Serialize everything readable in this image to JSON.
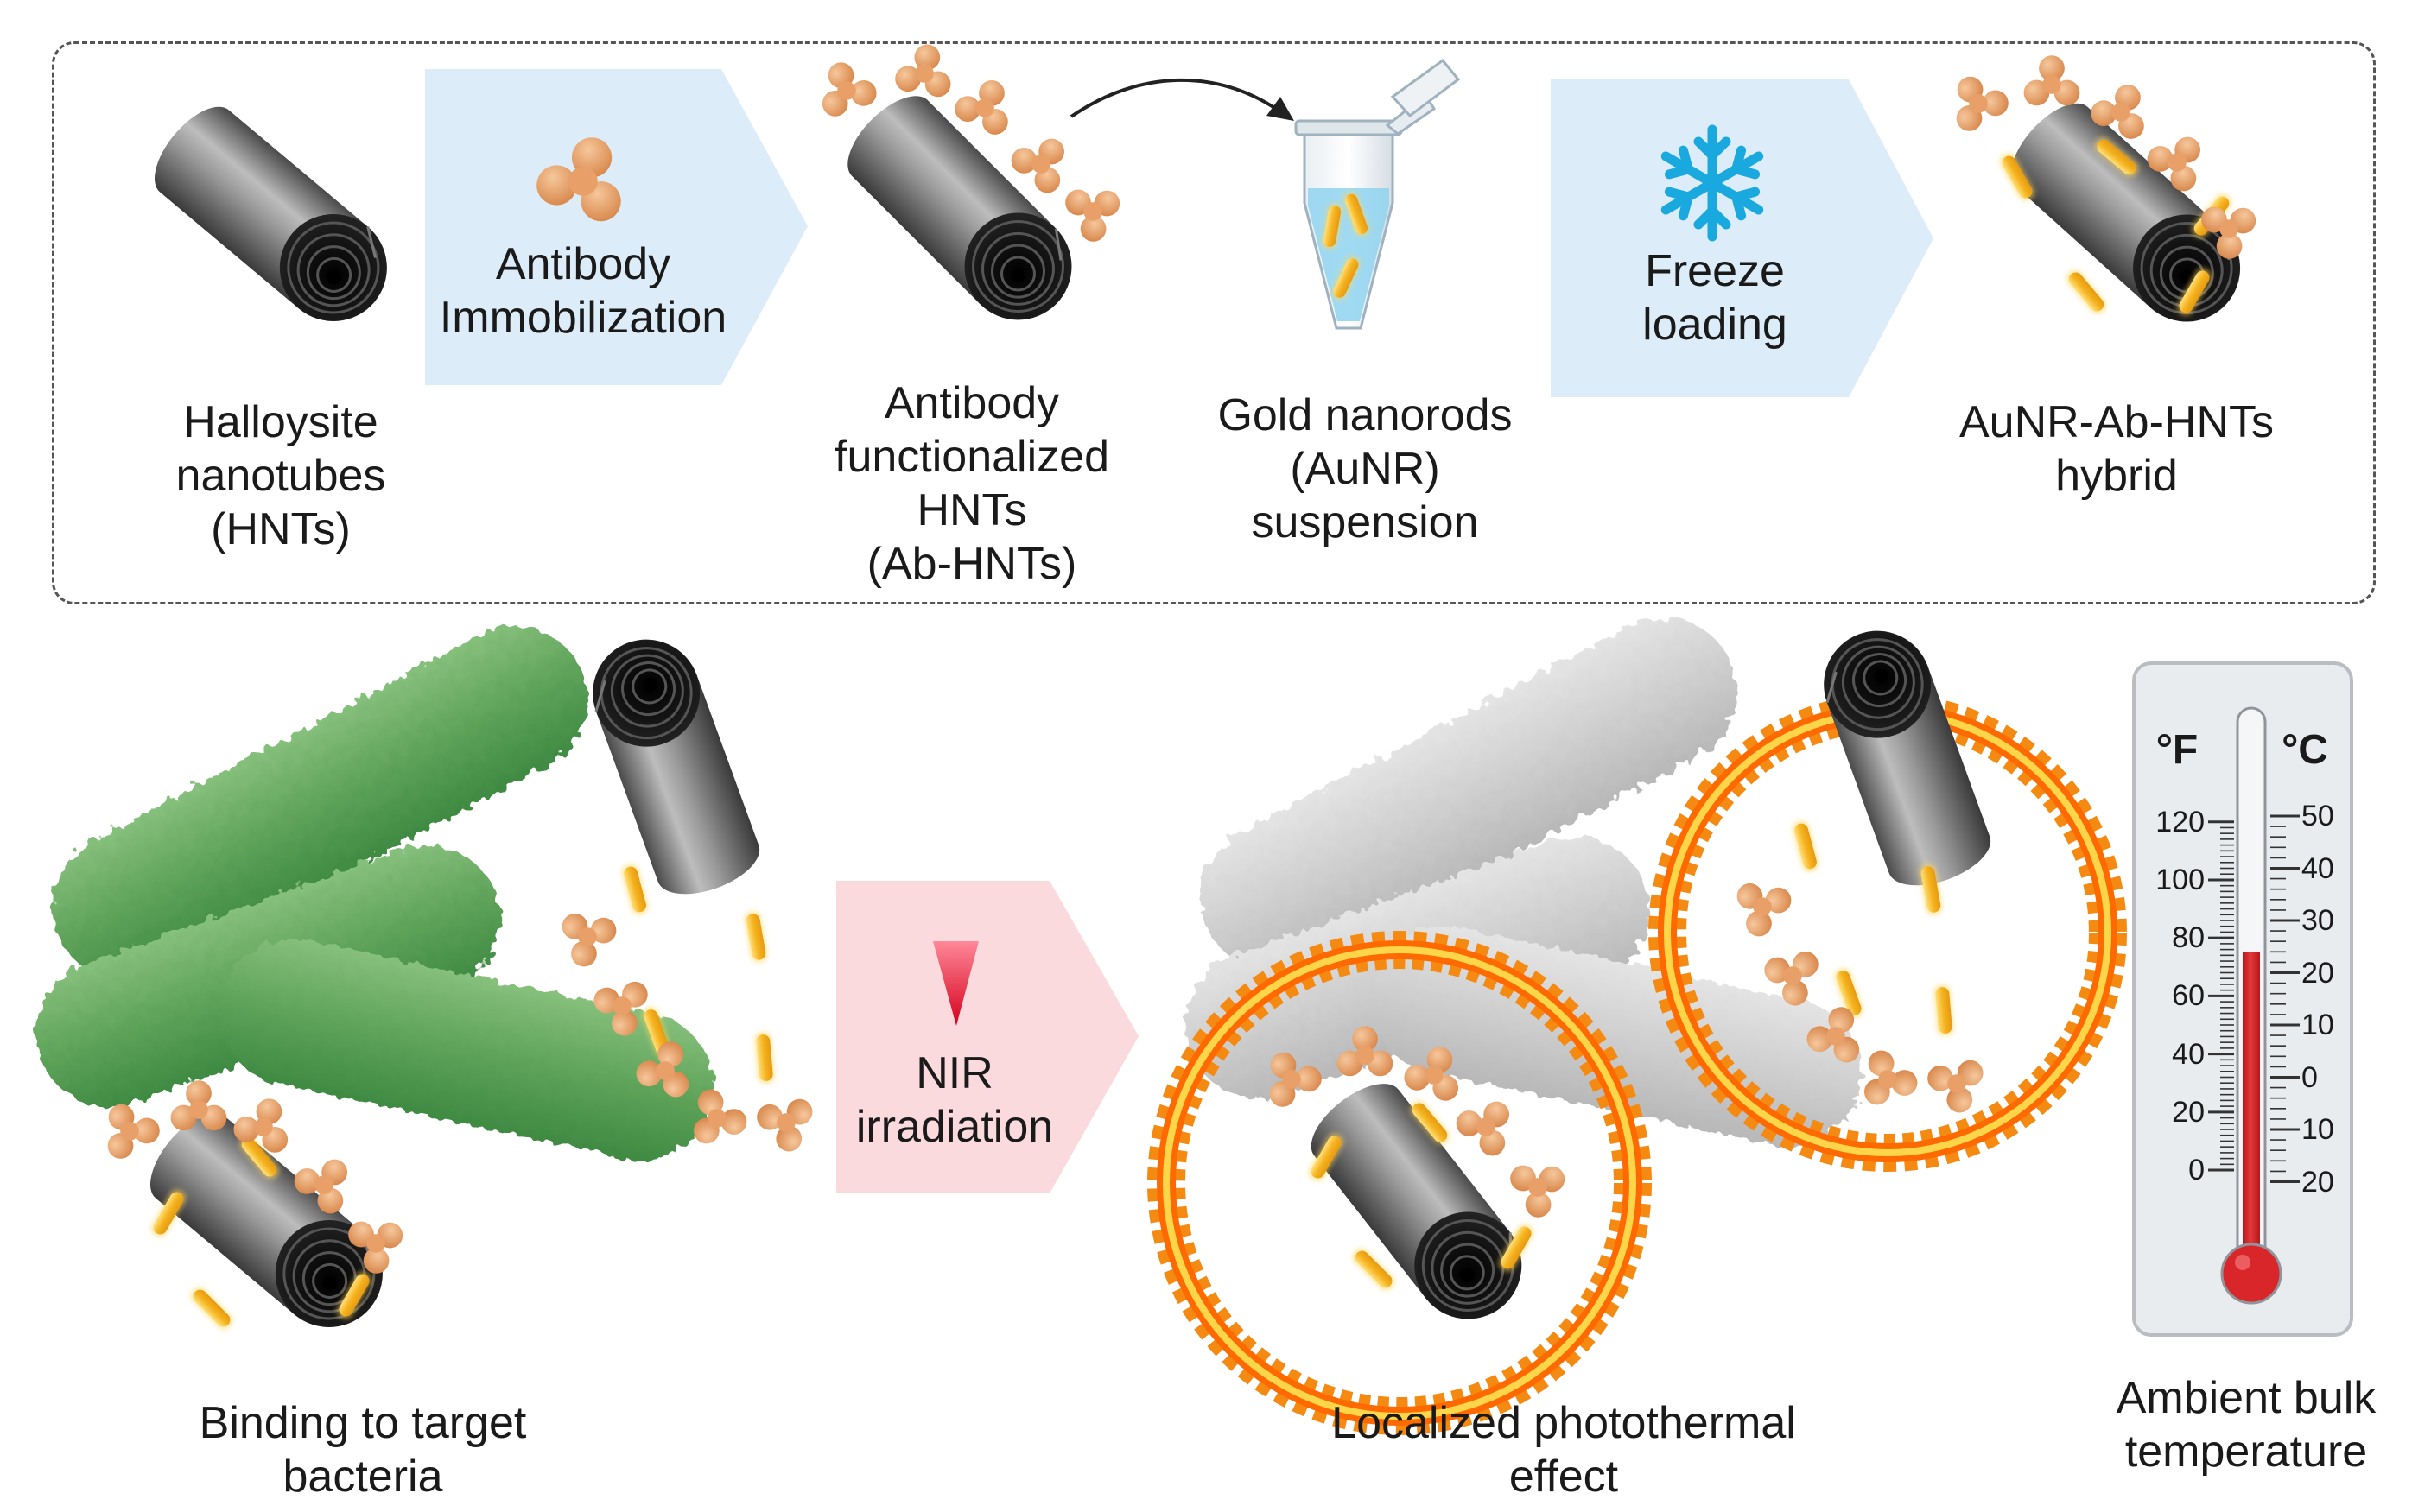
{
  "top_panel": {
    "hnt_label": [
      "Halloysite",
      "nanotubes",
      "(HNTs)"
    ],
    "step1_label": [
      "Antibody",
      "Immobilization"
    ],
    "ab_hnt_label": [
      "Antibody",
      "functionalized",
      "HNTs",
      "(Ab-HNTs)"
    ],
    "aunr_label": [
      "Gold nanorods",
      "(AuNR)",
      "suspension"
    ],
    "step2_label": [
      "Freeze",
      "loading"
    ],
    "hybrid_label": [
      "AuNR-Ab-HNTs",
      "hybrid"
    ]
  },
  "bottom_panel": {
    "binding_label": [
      "Binding to target",
      "bacteria"
    ],
    "nir_label": [
      "NIR",
      "irradiation"
    ],
    "photothermal_label": [
      "Localized photothermal",
      "effect"
    ],
    "ambient_label": [
      "Ambient bulk",
      "temperature"
    ]
  },
  "thermometer": {
    "unit_left": "°F",
    "unit_right": "°C",
    "fahrenheit_ticks": [
      "120",
      "100",
      "80",
      "60",
      "40",
      "20",
      "0"
    ],
    "celsius_ticks": [
      "50",
      "40",
      "30",
      "20",
      "10",
      "0",
      "10",
      "20"
    ],
    "reading_celsius": 24
  },
  "colors": {
    "step_arrow_blue": "#dcecf8",
    "step_arrow_pink": "#fadadd",
    "snowflake": "#19a9df",
    "antibody": "#e8a068",
    "gold_rod": "#f5b21e",
    "bacteria_green": "#5fa35a",
    "bacteria_gray": "#cfcfcf",
    "flame_outer": "#f58a12",
    "flame_inner": "#ffd64a",
    "mercury": "#d8262a",
    "nir_red": "#e0102a"
  }
}
